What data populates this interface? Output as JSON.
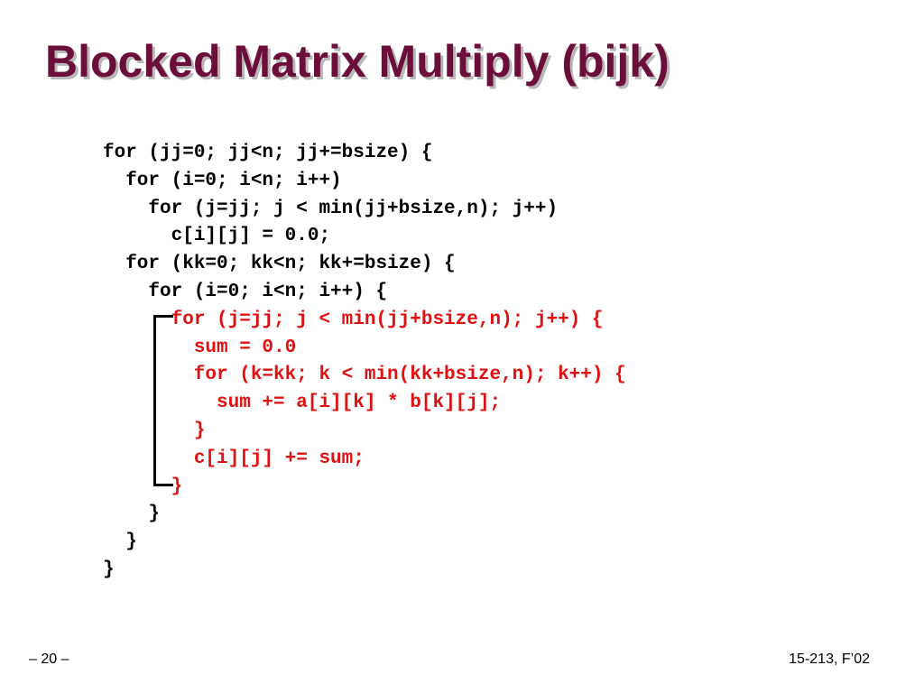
{
  "slide": {
    "title": "Blocked Matrix Multiply (bijk)",
    "code": [
      {
        "text": "for (jj=0; jj<n; jj+=bsize) {",
        "highlight": false
      },
      {
        "text": "  for (i=0; i<n; i++)",
        "highlight": false
      },
      {
        "text": "    for (j=jj; j < min(jj+bsize,n); j++)",
        "highlight": false
      },
      {
        "text": "      c[i][j] = 0.0;",
        "highlight": false
      },
      {
        "text": "  for (kk=0; kk<n; kk+=bsize) {",
        "highlight": false
      },
      {
        "text": "    for (i=0; i<n; i++) {",
        "highlight": false
      },
      {
        "text": "      for (j=jj; j < min(jj+bsize,n); j++) {",
        "highlight": true
      },
      {
        "text": "        sum = 0.0",
        "highlight": true
      },
      {
        "text": "        for (k=kk; k < min(kk+bsize,n); k++) {",
        "highlight": true
      },
      {
        "text": "          sum += a[i][k] * b[k][j];",
        "highlight": true
      },
      {
        "text": "        }",
        "highlight": true
      },
      {
        "text": "        c[i][j] += sum;",
        "highlight": true
      },
      {
        "text": "      }",
        "highlight": true
      },
      {
        "text": "    }",
        "highlight": false
      },
      {
        "text": "  }",
        "highlight": false
      },
      {
        "text": "}",
        "highlight": false
      }
    ],
    "page_number": "– 20 –",
    "course_label": "15-213, F’02"
  },
  "colors": {
    "title": "#6b0f3a",
    "highlight": "#e01010",
    "text": "#000000"
  }
}
